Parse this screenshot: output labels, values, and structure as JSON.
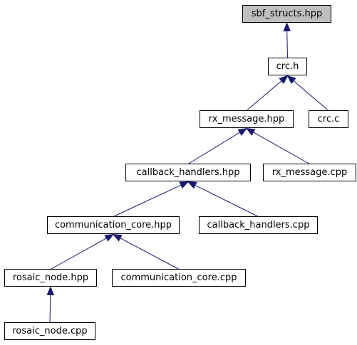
{
  "diagram": {
    "colors": {
      "background": "#ffffff",
      "node_fill": "#ffffff",
      "root_fill": "#bfbfbf",
      "border": "#000000",
      "edge": "#191970"
    },
    "nodes": [
      {
        "id": "sbf_structs_hpp",
        "label": "sbf_structs.hpp",
        "highlighted": true
      },
      {
        "id": "crc_h",
        "label": "crc.h"
      },
      {
        "id": "rx_message_hpp",
        "label": "rx_message.hpp"
      },
      {
        "id": "crc_c",
        "label": "crc.c"
      },
      {
        "id": "callback_handlers_hpp",
        "label": "callback_handlers.hpp"
      },
      {
        "id": "rx_message_cpp",
        "label": "rx_message.cpp"
      },
      {
        "id": "communication_core_hpp",
        "label": "communication_core.hpp"
      },
      {
        "id": "callback_handlers_cpp",
        "label": "callback_handlers.cpp"
      },
      {
        "id": "rosaic_node_hpp",
        "label": "rosaic_node.hpp"
      },
      {
        "id": "communication_core_cpp",
        "label": "communication_core.cpp"
      },
      {
        "id": "rosaic_node_cpp",
        "label": "rosaic_node.cpp"
      }
    ],
    "edges": [
      {
        "from": "crc_h",
        "to": "sbf_structs_hpp"
      },
      {
        "from": "rx_message_hpp",
        "to": "crc_h"
      },
      {
        "from": "crc_c",
        "to": "crc_h"
      },
      {
        "from": "callback_handlers_hpp",
        "to": "rx_message_hpp"
      },
      {
        "from": "rx_message_cpp",
        "to": "rx_message_hpp"
      },
      {
        "from": "communication_core_hpp",
        "to": "callback_handlers_hpp"
      },
      {
        "from": "callback_handlers_cpp",
        "to": "callback_handlers_hpp"
      },
      {
        "from": "rosaic_node_hpp",
        "to": "communication_core_hpp"
      },
      {
        "from": "communication_core_cpp",
        "to": "communication_core_hpp"
      },
      {
        "from": "rosaic_node_cpp",
        "to": "rosaic_node_hpp"
      }
    ]
  }
}
